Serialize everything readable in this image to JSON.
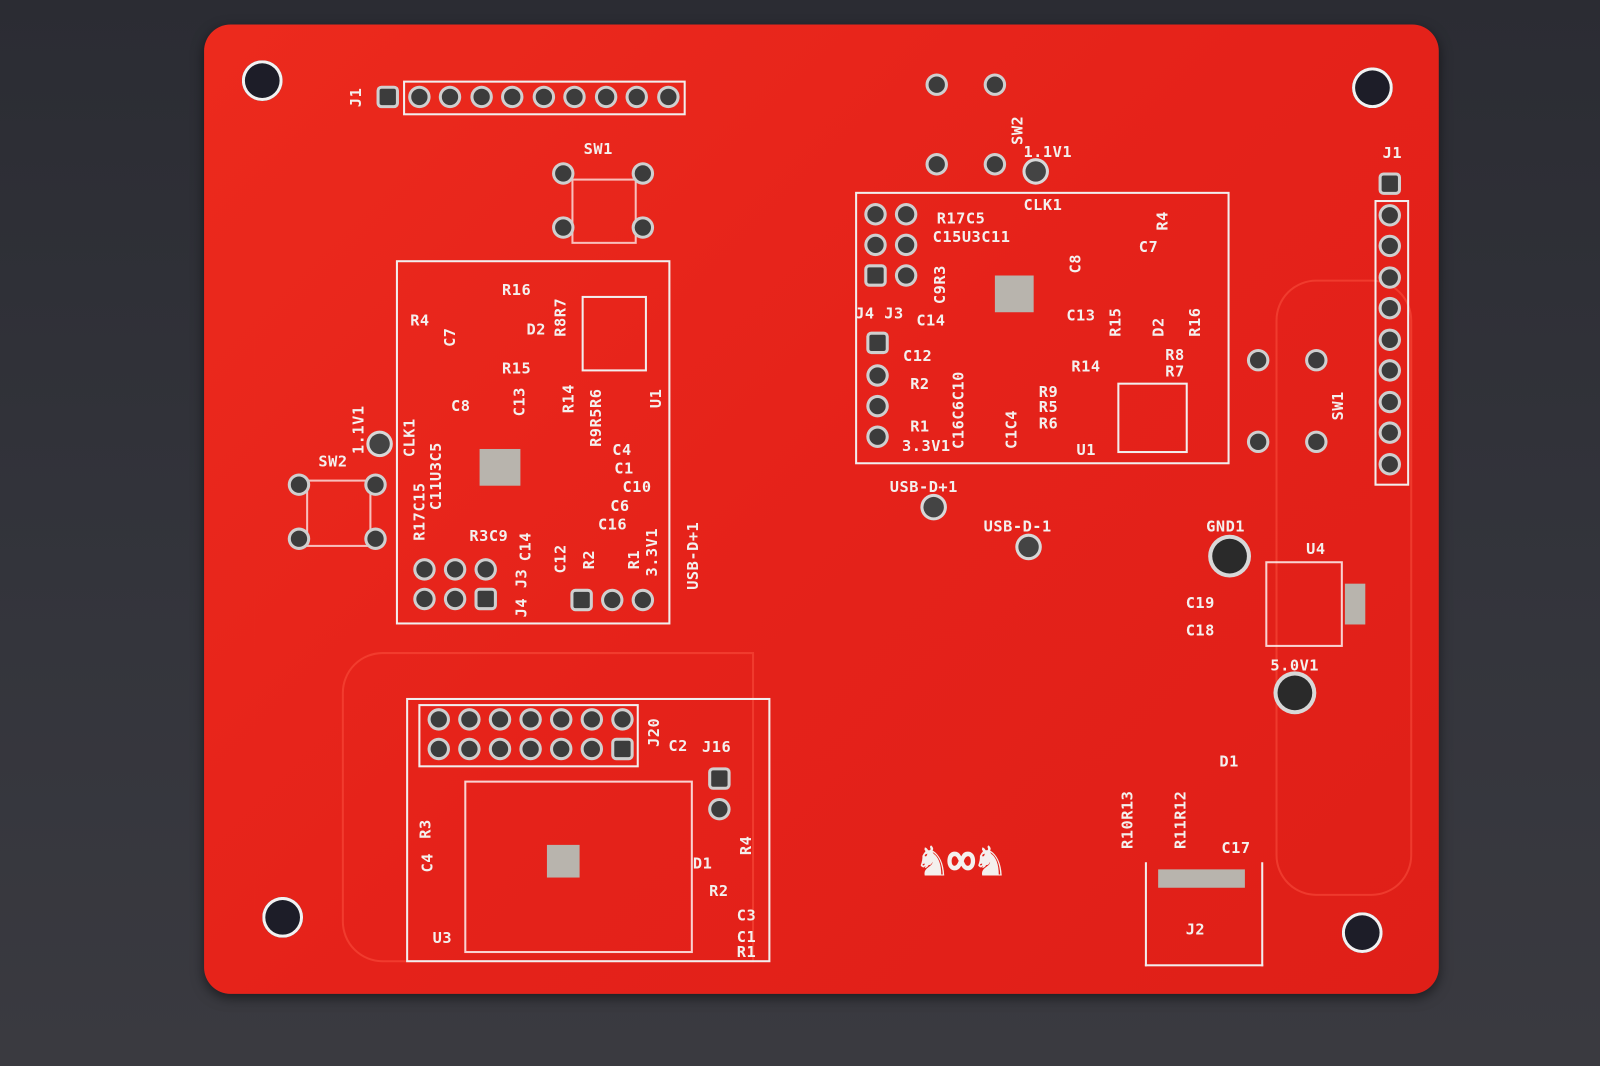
{
  "board": {
    "color": "#e5221a",
    "silk": "#f4f0ee"
  },
  "labels": {
    "j1_left": "J1",
    "sw1_left": "SW1",
    "r16_l": "R16",
    "r4_l": "R4",
    "c7_l": "C7",
    "d2_l": "D2",
    "r8r7_l": "R8R7",
    "r15_l": "R15",
    "c13_l": "C13",
    "r14_l": "R14",
    "u1_l": "U1",
    "c8_l": "C8",
    "clk1_l": "CLK1",
    "v11_l": "1.1V1",
    "sw2_l": "SW2",
    "c11u3c5_l": "C11U3C5",
    "r9r5r6_l": "R9R5R6",
    "c4_l": "C4",
    "c1_l": "C1",
    "c10_l": "C10",
    "c6_l": "C6",
    "c16_l": "C16",
    "r17c15_l": "R17C15",
    "r3c9_l": "R3C9",
    "c14_l": "C14",
    "c12_l": "C12",
    "r2_l": "R2",
    "r1_l": "R1",
    "v33_l": "3.3V1",
    "usbdp_l": "USB-D+1",
    "j4j3_l": "J4 J3",
    "sw2_r": "SW2",
    "v11_r": "1.1V1",
    "clk1_r": "CLK1",
    "r17c5_r": "R17C5",
    "c15u3c11_r": "C15U3C11",
    "r4_r": "R4",
    "c7_r": "C7",
    "c8_r": "C8",
    "c9r3_r": "C9R3",
    "j4j3_r": "J4 J3",
    "c14_r": "C14",
    "c13_r": "C13",
    "r15_r": "R15",
    "d2_r": "D2",
    "r16_r": "R16",
    "c12_r": "C12",
    "r14_r": "R14",
    "r8_r": "R8",
    "r7_r": "R7",
    "r2_r": "R2",
    "r9_r": "R9",
    "r5_r": "R5",
    "r6_r": "R6",
    "r1_r": "R1",
    "c16c6c10_r": "C16C6C10",
    "c1c4_r": "C1C4",
    "v33_r": "3.3V1",
    "u1_r": "U1",
    "sw1_r": "SW1",
    "j1_r": "J1",
    "usbdp": "USB-D+1",
    "usbdm": "USB-D-1",
    "gnd1": "GND1",
    "u4": "U4",
    "c19": "C19",
    "c18": "C18",
    "v50": "5.0V1",
    "d1": "D1",
    "r10r13": "R10R13",
    "r11r12": "R11R12",
    "c17": "C17",
    "j2": "J2",
    "j20": "J20",
    "c2_b": "C2",
    "j16": "J16",
    "r3_b": "R3",
    "c4_b": "C4",
    "r4_b": "R4",
    "d1_b": "D1",
    "r2_b": "R2",
    "c3_b": "C3",
    "c1_b": "C1",
    "r1_b": "R1",
    "u3_b": "U3"
  }
}
